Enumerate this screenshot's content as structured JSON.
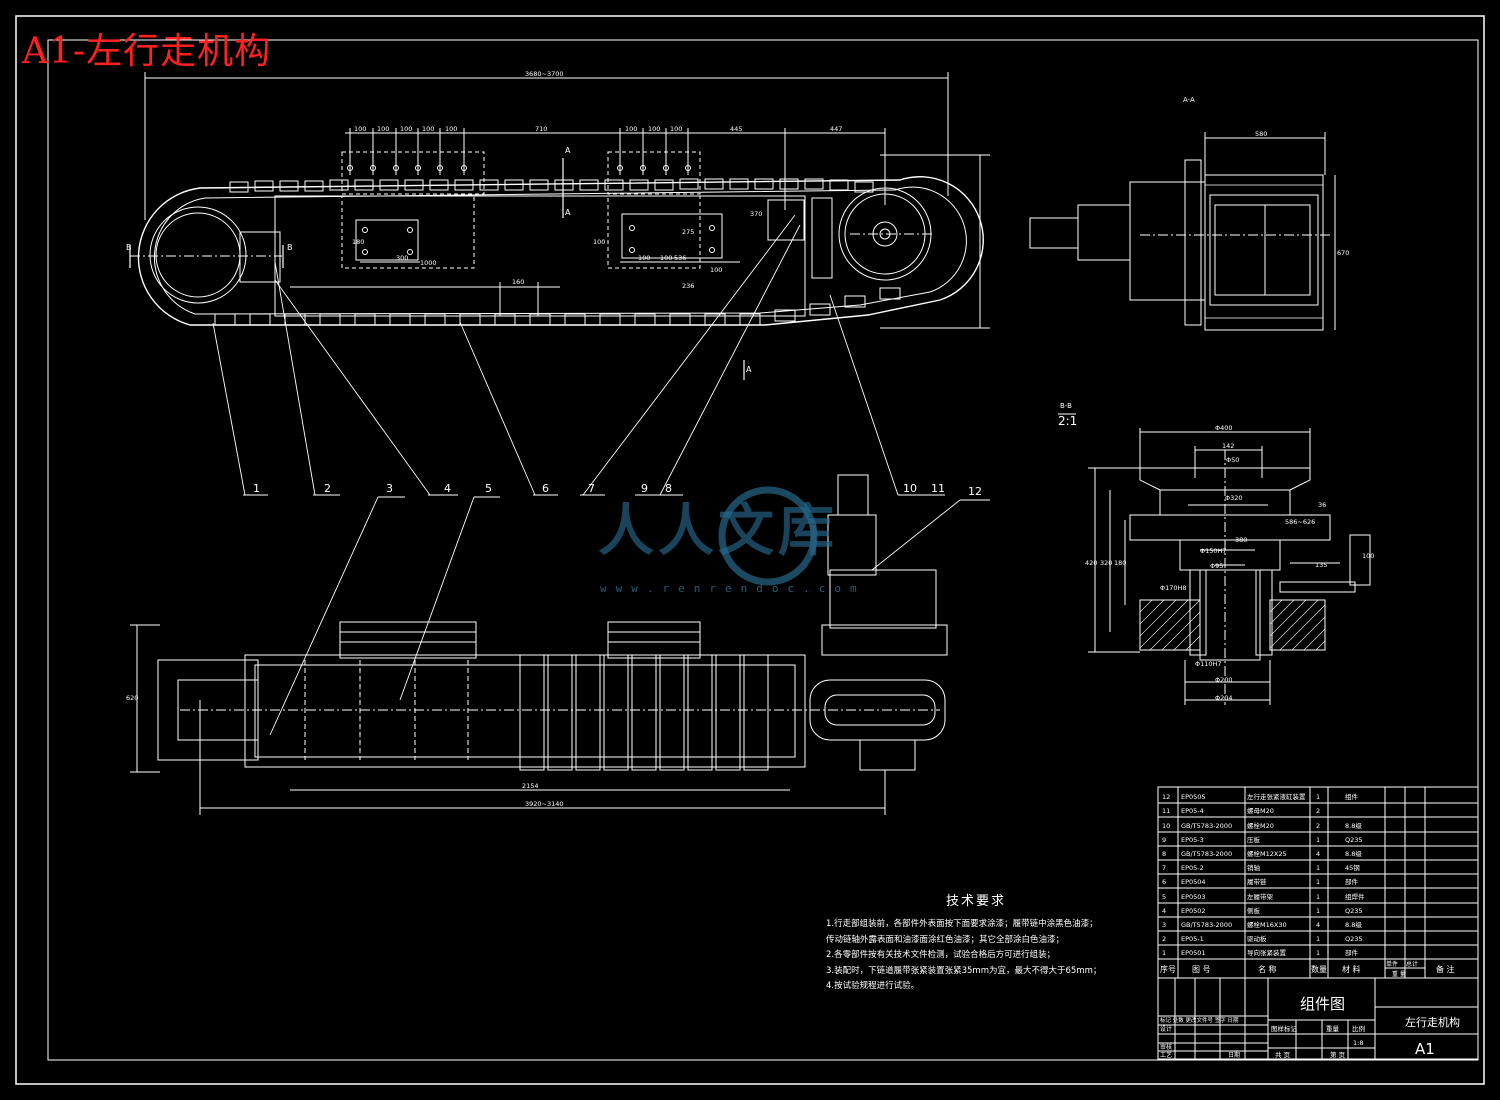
{
  "title": "A1-左行走机构",
  "watermark": {
    "text": "人人文库",
    "url": "www.renrendoc.com"
  },
  "section_labels": {
    "aa": "A-A",
    "bb": "B-B",
    "bb_scale": "2:1",
    "a": "A",
    "b": "B"
  },
  "top_view_dims": {
    "overall": "3680~3700",
    "d100a": "100",
    "d100b": "100",
    "d100c": "100",
    "d100d": "100",
    "d100e": "100",
    "d710": "710",
    "d100f": "100",
    "d100g": "100",
    "d100h": "100",
    "d445": "445",
    "d447": "447",
    "d1000": "1000",
    "d160": "160",
    "d100i": "100",
    "d100j": "100",
    "d300": "300",
    "d100k": "100",
    "d100l": "100",
    "d370": "370",
    "d536": "536",
    "d275": "275",
    "d236": "236",
    "h180": "180"
  },
  "callouts": [
    "1",
    "2",
    "3",
    "4",
    "5",
    "6",
    "7",
    "8",
    "9",
    "10",
    "11",
    "12"
  ],
  "bottom_view_dims": {
    "width": "3920~3140",
    "inner": "2154",
    "height": "620"
  },
  "aa_dims": {
    "w": "580",
    "h": "670"
  },
  "bb_dims": {
    "d400": "Φ400",
    "d142": "142",
    "d50": "Φ50",
    "d320": "Φ320",
    "d586": "586~626",
    "d380": "380",
    "d150": "Φ150H7",
    "d95": "Φ95",
    "d170": "Φ170H8",
    "d135": "135",
    "d110": "Φ110H7",
    "d200": "Φ200",
    "d204": "Φ204",
    "h420": "420",
    "h320": "320",
    "h180": "180",
    "h100": "100",
    "h36": "36"
  },
  "tech_requirements": {
    "title": "技术要求",
    "items": [
      "1.行走部组装前，各部件外表面按下面要求涂漆；履带链中涂黑色油漆；",
      "  传动链轴外露表面和油漆面涂红色油漆；其它全部涂白色油漆；",
      "2.各零部件按有关技术文件检测，试验合格后方可进行组装；",
      "3.装配时，下链道履带张紧装置张紧35mm为宜，最大不得大于65mm；",
      "4.按试验规程进行试验。"
    ]
  },
  "bom": {
    "rows": [
      {
        "no": "12",
        "code": "EP0505",
        "name": "左行走张紧液缸装置",
        "qty": "1",
        "mat": "组件"
      },
      {
        "no": "11",
        "code": "EP05-4",
        "name": "螺母M20",
        "qty": "2",
        "mat": ""
      },
      {
        "no": "10",
        "code": "GB/T5783-2000",
        "name": "螺栓M20",
        "qty": "2",
        "mat": "8.8级"
      },
      {
        "no": "9",
        "code": "EP05-3",
        "name": "压板",
        "qty": "1",
        "mat": "Q235"
      },
      {
        "no": "8",
        "code": "GB/T5783-2000",
        "name": "螺栓M12X25",
        "qty": "4",
        "mat": "8.8级"
      },
      {
        "no": "7",
        "code": "EP05-2",
        "name": "销轴",
        "qty": "1",
        "mat": "45钢"
      },
      {
        "no": "6",
        "code": "EP0504",
        "name": "履带链",
        "qty": "1",
        "mat": "部件"
      },
      {
        "no": "5",
        "code": "EP0503",
        "name": "左履带架",
        "qty": "1",
        "mat": "组焊件"
      },
      {
        "no": "4",
        "code": "EP0502",
        "name": "侧板",
        "qty": "1",
        "mat": "Q235"
      },
      {
        "no": "3",
        "code": "GB/T5783-2000",
        "name": "螺栓M16X30",
        "qty": "4",
        "mat": "8.8级"
      },
      {
        "no": "2",
        "code": "EP05-1",
        "name": "驱动板",
        "qty": "1",
        "mat": "Q235"
      },
      {
        "no": "1",
        "code": "EP0501",
        "name": "导向张紧装置",
        "qty": "1",
        "mat": "部件"
      }
    ],
    "header": {
      "no": "序号",
      "code": "图 号",
      "name": "名 称",
      "qty": "数量",
      "mat": "材 料",
      "unit": "单件",
      "total": "总计",
      "weight": "重 量",
      "remark": "备 注"
    }
  },
  "title_block": {
    "category": "组件图",
    "drawing_name": "左行走机构",
    "sheet_size": "A1",
    "scale": "1:8",
    "stage": "图样标记",
    "weight": "重量",
    "ratio": "比例",
    "total_sheets": "共 页",
    "sheet": "第 页",
    "rows": [
      "标记 处数 更改文件号 签字 日期",
      "设计",
      "审核",
      "工艺"
    ],
    "small": "日期"
  },
  "colors": {
    "line": "#ffffff",
    "cyan": "#00e0e0",
    "yellow": "#ffd24a",
    "red": "#ff2020",
    "watermark": "#26688c"
  }
}
